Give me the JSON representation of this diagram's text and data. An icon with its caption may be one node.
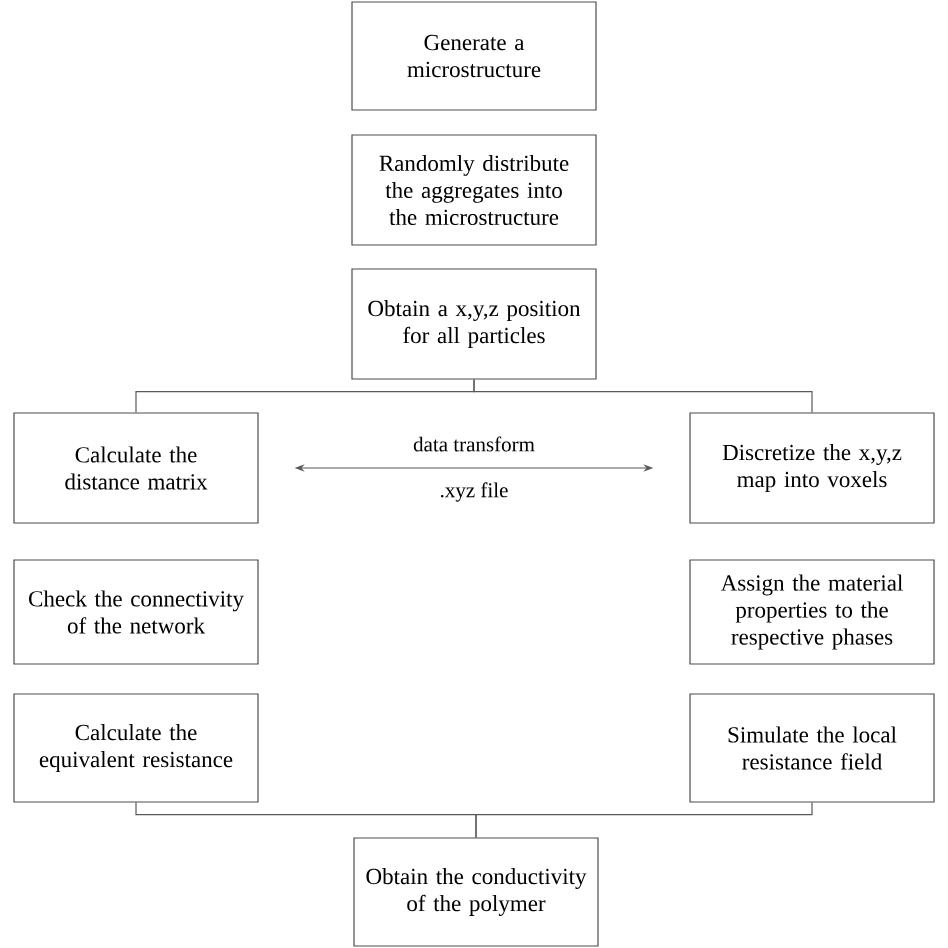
{
  "diagram": {
    "nodes": [
      {
        "text": [
          "Generate a microstructure"
        ]
      },
      {
        "text": [
          "Randomly distribute the aggregates into the microstructure"
        ]
      },
      {
        "text": [
          "Obtain a x,y,z position for all particles"
        ]
      },
      {
        "text": [
          "Calculate the distance matrix"
        ]
      },
      {
        "text": [
          "Check the connectivity of the network"
        ]
      },
      {
        "text": [
          "Calculate the equivalent resistance"
        ]
      },
      {
        "text": [
          "Discretize the x,y,z map into voxels"
        ]
      },
      {
        "text": [
          "Assign the material properties to the respective phases"
        ]
      },
      {
        "text": [
          "Simulate the local resistance field"
        ]
      },
      {
        "text": [
          "Obtain the conductivity of the polymer"
        ]
      }
    ],
    "edges": [
      {
        "from": 2,
        "to": 3,
        "arrow": "none"
      },
      {
        "from": 2,
        "to": 6,
        "arrow": "none"
      },
      {
        "from": 3,
        "to": 6,
        "arrow": "both",
        "label": "data transform"
      },
      {
        "from": 5,
        "to": 9,
        "arrow": "none"
      },
      {
        "from": 8,
        "to": 9,
        "arrow": "none"
      }
    ],
    "labels": [
      ".xyz file"
    ]
  }
}
